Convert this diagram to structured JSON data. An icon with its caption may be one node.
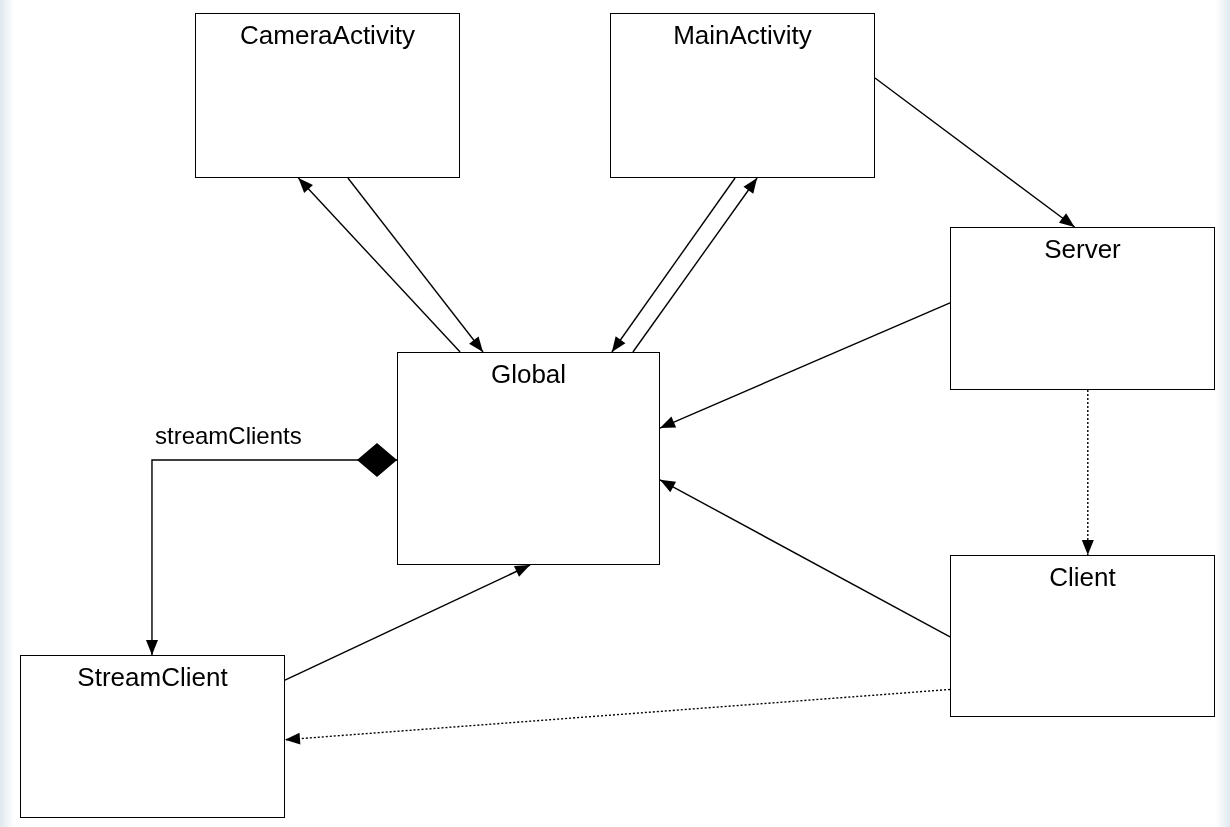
{
  "diagram": {
    "nodes": [
      {
        "text": [
          "CameraActivity"
        ]
      },
      {
        "text": [
          "MainActivity"
        ]
      },
      {
        "text": [
          "Server"
        ]
      },
      {
        "text": [
          "Global"
        ]
      },
      {
        "text": [
          "Client"
        ]
      },
      {
        "text": [
          "StreamClient"
        ]
      }
    ],
    "edges": [
      {
        "from": 3,
        "to": 0,
        "arrow": "to"
      },
      {
        "from": 0,
        "to": 3,
        "arrow": "to"
      },
      {
        "from": 3,
        "to": 1,
        "arrow": "to"
      },
      {
        "from": 1,
        "to": 3,
        "arrow": "to"
      },
      {
        "from": 1,
        "to": 2,
        "arrow": "to"
      },
      {
        "from": 2,
        "to": 3,
        "arrow": "to"
      },
      {
        "from": 2,
        "to": 4,
        "arrow": "to",
        "style": "dashed"
      },
      {
        "from": 4,
        "to": 3,
        "arrow": "to"
      },
      {
        "from": 5,
        "to": 3,
        "arrow": "to"
      },
      {
        "from": 3,
        "to": 5,
        "arrow": "to",
        "label": "streamClients"
      },
      {
        "from": 4,
        "to": 5,
        "arrow": "to",
        "style": "dashed"
      }
    ]
  }
}
